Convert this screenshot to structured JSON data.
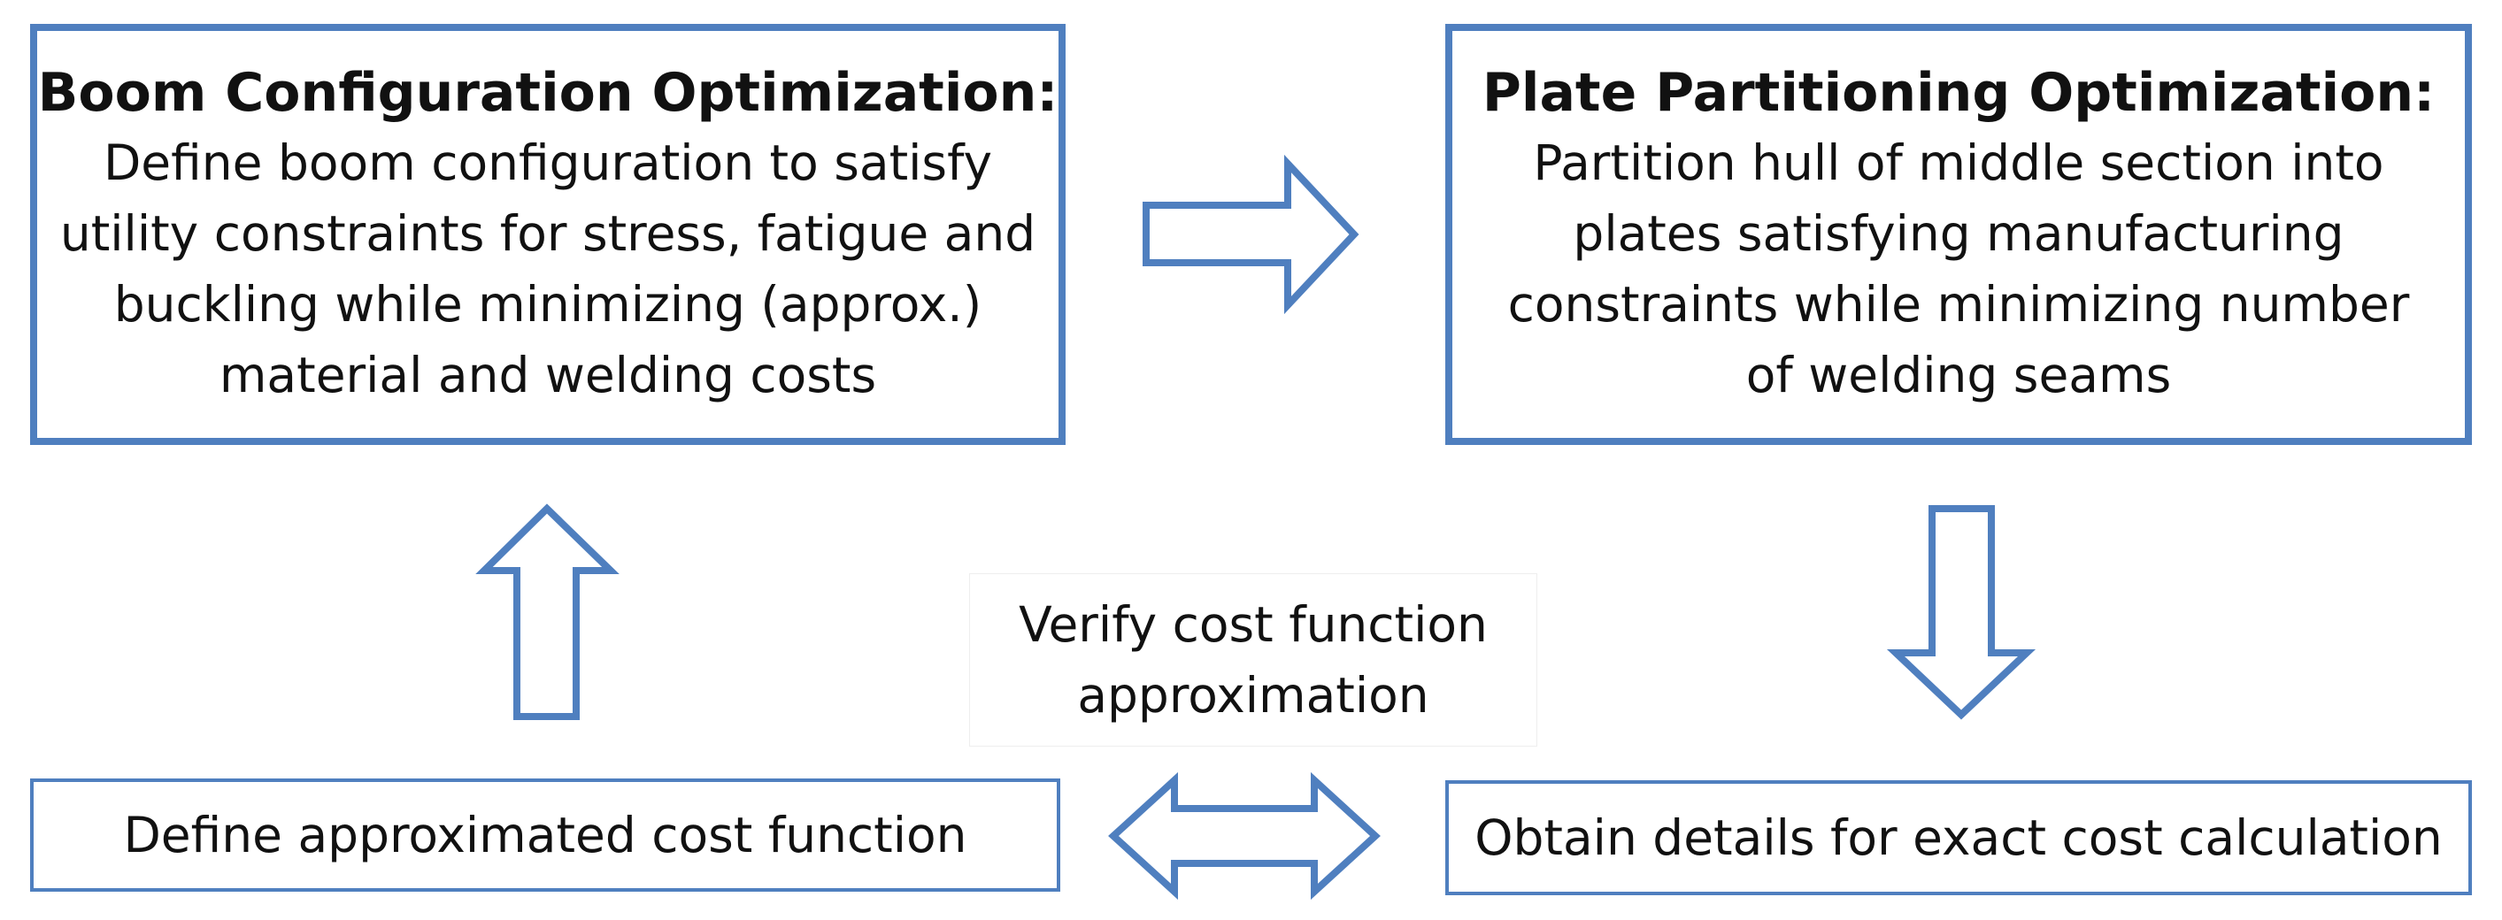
{
  "boom_box": {
    "title": "Boom Configuration  Optimization:",
    "body": "Define boom configuration to satisfy\nutility constraints for stress, fatigue and\nbuckling while minimizing (approx.)\nmaterial and welding costs"
  },
  "plate_box": {
    "title": "Plate Partitioning Optimization:",
    "body": "Partition hull of middle section into\nplates satisfying manufacturing\nconstraints  while minimizing number\nof welding seams"
  },
  "define_box": {
    "text": "Define approximated cost function"
  },
  "obtain_box": {
    "text": "Obtain details for exact cost calculation"
  },
  "verify_label": {
    "text": "Verify cost function\napproximation"
  },
  "colors": {
    "accent": "#4f7fbf",
    "text": "#111111",
    "background": "#ffffff"
  }
}
